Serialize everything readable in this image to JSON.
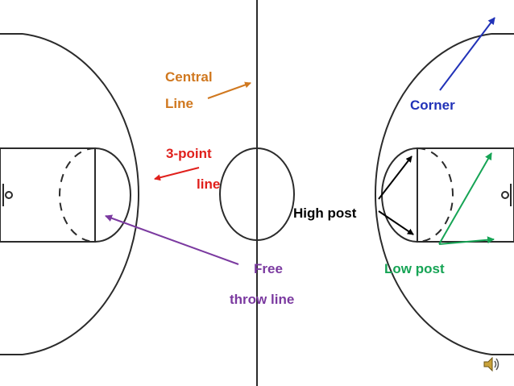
{
  "colors": {
    "court_line": "#2b2b2b",
    "central_line": "#d0781f",
    "three_point": "#e0201c",
    "free_throw": "#7b3aa0",
    "corner": "#2132b8",
    "high_post": "#000000",
    "low_post": "#16a455"
  },
  "labels": {
    "central_line": [
      "Central",
      "Line"
    ],
    "three_point": [
      "3-point",
      "line"
    ],
    "free_throw": [
      "Free",
      "throw line"
    ],
    "high_post": "High post",
    "corner": "Corner",
    "low_post": "Low post"
  },
  "icons": {
    "speaker": "speaker-icon"
  }
}
